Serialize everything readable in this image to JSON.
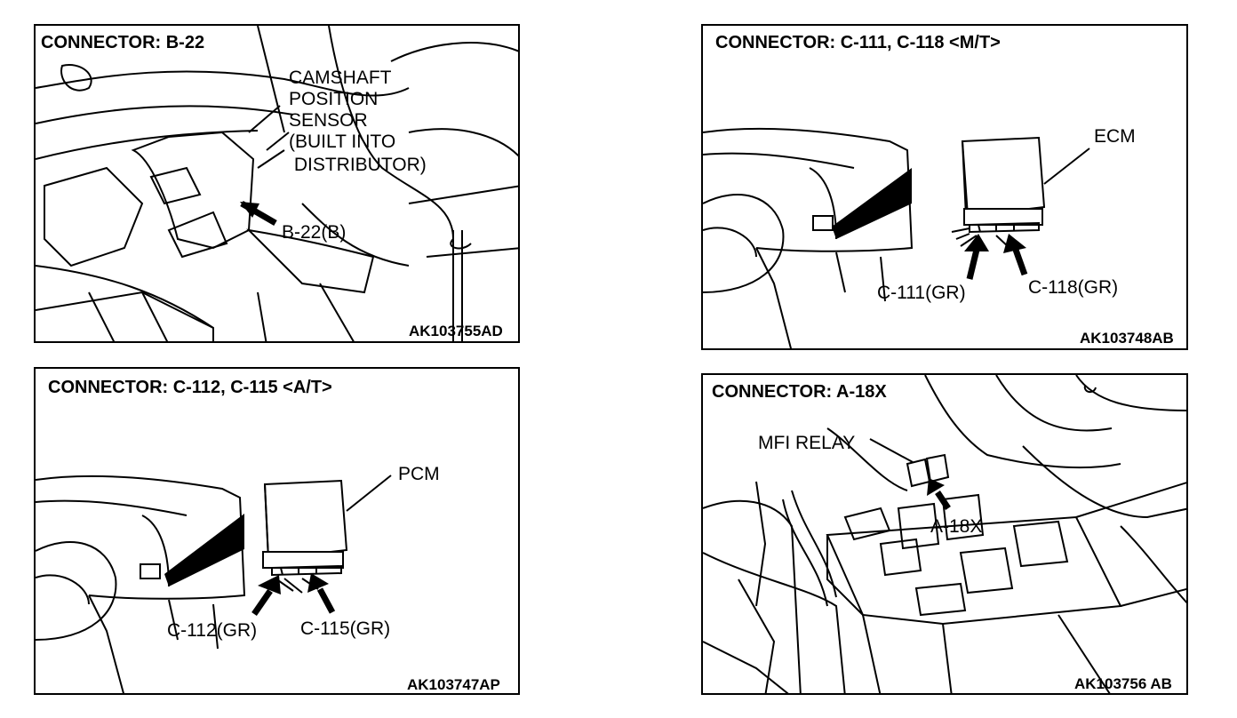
{
  "panels": [
    {
      "title": "CONNECTOR: B-22",
      "labels": [
        "CAMSHAFT",
        "POSITION",
        "SENSOR",
        "(BUILT INTO",
        " DISTRIBUTOR)",
        "B-22(B)"
      ],
      "code": "AK103755AD"
    },
    {
      "title": "CONNECTOR: C-111, C-118 <M/T>",
      "labels": [
        "ECM",
        "C-111(GR)",
        "C-118(GR)"
      ],
      "code": "AK103748AB"
    },
    {
      "title": "CONNECTOR: C-112, C-115 <A/T>",
      "labels": [
        "PCM",
        "C-112(GR)",
        "C-115(GR)"
      ],
      "code": "AK103747AP"
    },
    {
      "title": "CONNECTOR: A-18X",
      "labels": [
        "MFI RELAY",
        "A-18X"
      ],
      "code": "AK103756 AB"
    }
  ]
}
